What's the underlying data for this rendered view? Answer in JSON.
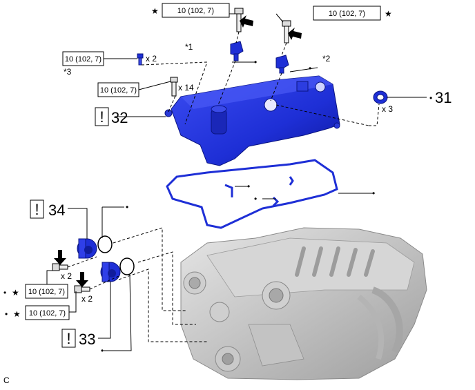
{
  "torque_spec": "10 (102, 7)",
  "star": "★",
  "dot": "•",
  "warning_mark": "!",
  "labels": {
    "ref1": "*1",
    "ref2": "*2",
    "ref3": "*3",
    "part31": "31",
    "part32": "32",
    "part33": "33",
    "part34": "34",
    "qty_x2": "x 2",
    "qty_x3": "x 3",
    "qty_x14": "x 14",
    "corner": "C"
  },
  "colors": {
    "part_blue": "#1e2fd6",
    "part_blue_dark": "#0d169a",
    "engine_gray": "#bdbdbd",
    "line": "#000000"
  }
}
